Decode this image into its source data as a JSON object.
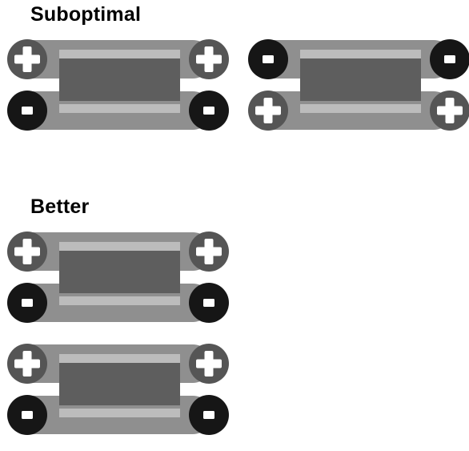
{
  "sections": {
    "suboptimal": {
      "title": "Suboptimal",
      "diagrams": [
        {
          "top_terminal": "plus",
          "bottom_terminal": "minus"
        },
        {
          "top_terminal": "minus",
          "bottom_terminal": "plus"
        }
      ]
    },
    "better": {
      "title": "Better",
      "diagrams": [
        {
          "top_terminal": "plus",
          "bottom_terminal": "minus"
        },
        {
          "top_terminal": "plus",
          "bottom_terminal": "minus"
        }
      ]
    }
  },
  "colors": {
    "bus_bar": "#8f8f8f",
    "cell_light": "#bcbcbc",
    "cell_dark": "#5e5e5e",
    "plus_terminal": "#555555",
    "minus_terminal": "#161616",
    "symbol": "#ffffff"
  },
  "icons": {
    "plus": "plus-terminal-icon",
    "minus": "minus-terminal-icon"
  }
}
